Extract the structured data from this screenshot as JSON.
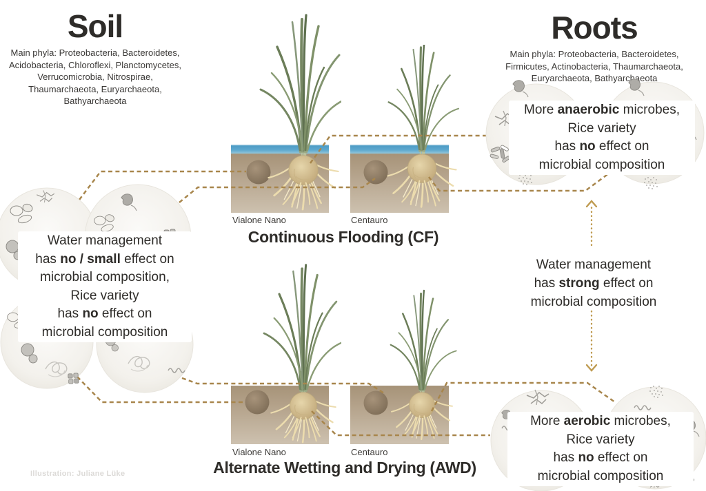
{
  "colors": {
    "connector_dash": "#a8864c",
    "arrow_dotted": "#bf9b51",
    "water_blue": "#569fc8",
    "soil_dark": "#a69378",
    "soil_light": "#cdc1af",
    "plant_green": "#7a8c66",
    "root_cream": "#ecdcae",
    "text": "#2e2c29",
    "bubble_fill": "#f3f1ec"
  },
  "soil_header": {
    "title": "Soil",
    "phyla": "Main phyla: Proteobacteria, Bacteroidetes,\nAcidobacteria, Chloroflexi, Planctomycetes,\nVerrucomicrobia, Nitrospirae,\nThaumarchaeota, Euryarchaeota,\nBathyarchaeota"
  },
  "roots_header": {
    "title": "Roots",
    "phyla": "Main phyla: Proteobacteria, Bacteroidetes,\nFirmicutes, Actinobacteria, Thaumarchaeota,\nEuryarchaeota, Bathyarchaeota"
  },
  "cf": {
    "title": "Continuous Flooding (CF)",
    "variety1": "Vialone Nano",
    "variety2": "Centauro"
  },
  "awd": {
    "title": "Alternate Wetting and Drying (AWD)",
    "variety1": "Vialone Nano",
    "variety2": "Centauro"
  },
  "soil_result": {
    "line1": "Water management",
    "line2_pre": "has ",
    "line2_bold": "no / small",
    "line2_post": " effect on",
    "line3": "microbial composition,",
    "line4": "Rice variety",
    "line5_pre": "has ",
    "line5_bold": "no",
    "line5_post": " effect on",
    "line6": "microbial composition"
  },
  "roots_cf_result": {
    "line1_pre": "More ",
    "line1_bold": "anaerobic",
    "line1_post": " microbes,",
    "line2": "Rice variety",
    "line3_pre": "has ",
    "line3_bold": "no",
    "line3_post": " effect on",
    "line4": "microbial composition"
  },
  "roots_awd_result": {
    "line1_pre": "More ",
    "line1_bold": "aerobic",
    "line1_post": " microbes,",
    "line2": "Rice variety",
    "line3_pre": "has ",
    "line3_bold": "no",
    "line3_post": " effect on",
    "line4": "microbial composition"
  },
  "water_effect": {
    "line1": "Water management",
    "line2_pre": "has ",
    "line2_bold": "strong",
    "line2_post": " effect on",
    "line3": "microbial composition"
  },
  "credit": "Illustration: Juliane Lüke"
}
